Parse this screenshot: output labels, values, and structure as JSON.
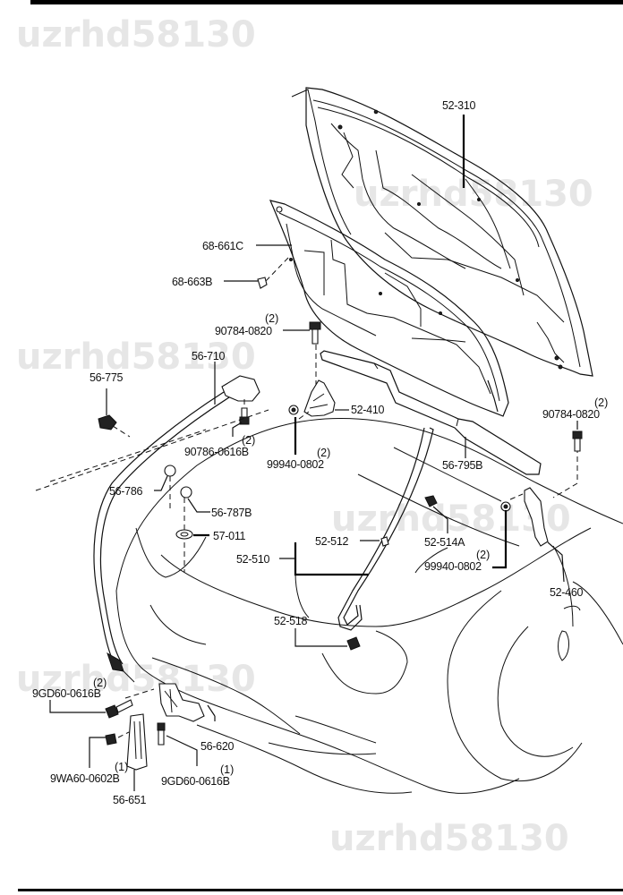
{
  "watermark": "uzrhd58130",
  "labels": {
    "hood": "52-310",
    "hood_insulator": "68-661C",
    "insulator_clip": "68-663B",
    "bolt_hinge_left": "90784-0820",
    "bolt_hinge_left_qty": "(2)",
    "release_cable": "56-710",
    "cable_clip": "56-775",
    "release_handle_bolt": "90786-0616B",
    "release_handle_bolt_qty": "(2)",
    "nut_hinge_left": "99940-0802",
    "nut_hinge_left_qty": "(2)",
    "hinge_left": "52-410",
    "weatherstrip": "56-795B",
    "bolt_hinge_right": "90784-0820",
    "bolt_hinge_right_qty": "(2)",
    "bumper_left": "56-786",
    "bumper_right": "56-787B",
    "grommet": "57-011",
    "stay_rod_clip": "52-512",
    "stay_rod": "52-510",
    "stay_holder": "52-514A",
    "nut_hinge_right": "99940-0802",
    "nut_hinge_right_qty": "(2)",
    "hinge_right": "52-460",
    "stay_rod_holder": "52-518",
    "latch_bolt_upper": "9GD60-0616B",
    "latch_bolt_upper_qty": "(2)",
    "hood_latch": "56-620",
    "latch_nut": "9WA60-0602B",
    "latch_nut_qty": "(1)",
    "latch_bolt_lower": "9GD60-0616B",
    "latch_bolt_lower_qty": "(1)",
    "latch_bracket": "56-651"
  }
}
